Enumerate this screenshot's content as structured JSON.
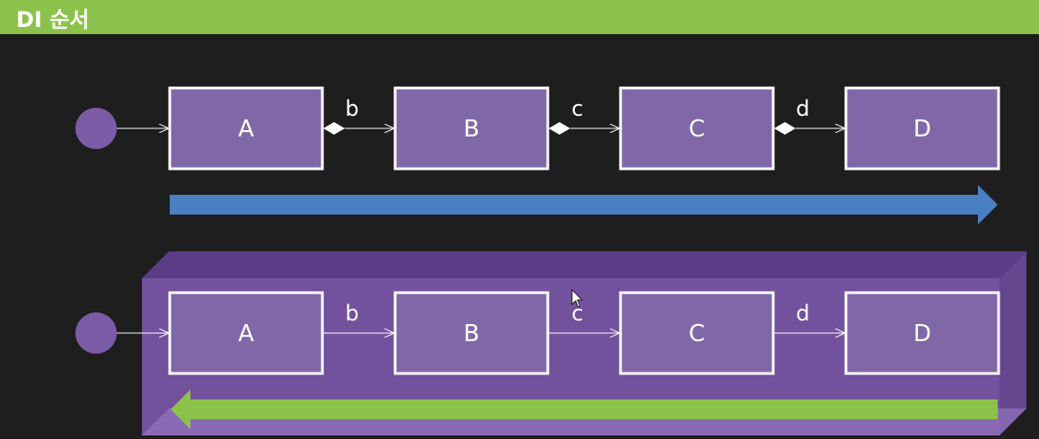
{
  "title": "DI 순서",
  "colors": {
    "title_bar": "#8bc34a",
    "background": "#1e1e1e",
    "node_fill": "#8068a8",
    "node_border": "#ffffff",
    "forward_arrow": "#4a7fc1",
    "backward_arrow": "#8bc34a",
    "container": "#7a56a8"
  },
  "rows": [
    {
      "nodes": [
        "A",
        "B",
        "C",
        "D"
      ],
      "edges": [
        "b",
        "c",
        "d"
      ],
      "edge_style": "diamond",
      "flow_direction": "forward"
    },
    {
      "nodes": [
        "A",
        "B",
        "C",
        "D"
      ],
      "edges": [
        "b",
        "c",
        "d"
      ],
      "edge_style": "plain",
      "flow_direction": "backward",
      "container": true
    }
  ]
}
